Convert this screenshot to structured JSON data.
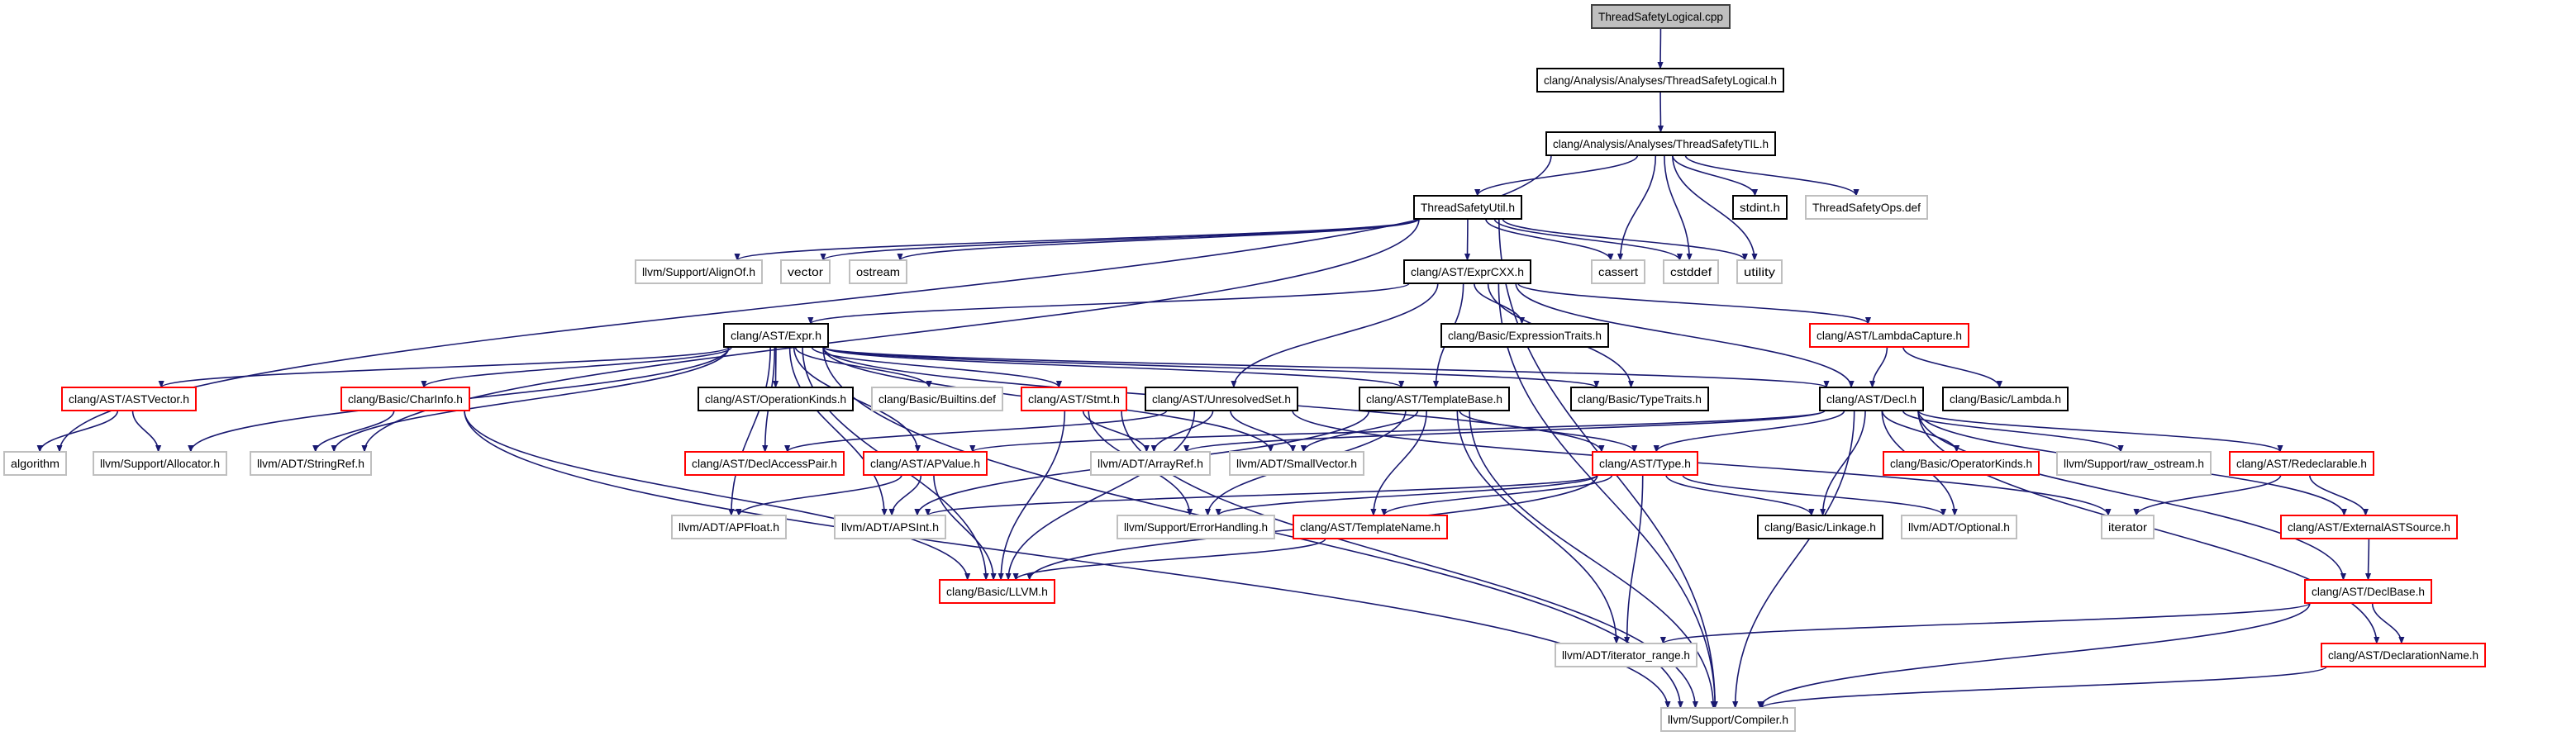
{
  "graph": {
    "edge_color": "#191970",
    "border_colors": {
      "root": "#404040",
      "linked": "#000000",
      "truncated": "#ff0000",
      "external": "#bfbfbf"
    },
    "root_fill": "#bfbfbf",
    "nodes": [
      {
        "id": "cpp",
        "label": "ThreadSafetyLogical.cpp",
        "kind": "root"
      },
      {
        "id": "logical_h",
        "label": "clang/Analysis/Analyses/ThreadSafetyLogical.h",
        "kind": "linked"
      },
      {
        "id": "til_h",
        "label": "clang/Analysis/Analyses/ThreadSafetyTIL.h",
        "kind": "linked"
      },
      {
        "id": "util_h",
        "label": "ThreadSafetyUtil.h",
        "kind": "linked"
      },
      {
        "id": "stdint_h",
        "label": "stdint.h",
        "kind": "linked"
      },
      {
        "id": "ops_def",
        "label": "ThreadSafetyOps.def",
        "kind": "external"
      },
      {
        "id": "alignof_h",
        "label": "llvm/Support/AlignOf.h",
        "kind": "external"
      },
      {
        "id": "vector",
        "label": "vector",
        "kind": "external"
      },
      {
        "id": "ostream",
        "label": "ostream",
        "kind": "external"
      },
      {
        "id": "exprcxx_h",
        "label": "clang/AST/ExprCXX.h",
        "kind": "linked"
      },
      {
        "id": "cassert",
        "label": "cassert",
        "kind": "external"
      },
      {
        "id": "cstddef",
        "label": "cstddef",
        "kind": "external"
      },
      {
        "id": "utility",
        "label": "utility",
        "kind": "external"
      },
      {
        "id": "expr_h",
        "label": "clang/AST/Expr.h",
        "kind": "linked"
      },
      {
        "id": "exprtraits_h",
        "label": "clang/Basic/ExpressionTraits.h",
        "kind": "linked"
      },
      {
        "id": "lambdacapture_h",
        "label": "clang/AST/LambdaCapture.h",
        "kind": "truncated"
      },
      {
        "id": "astvector_h",
        "label": "clang/AST/ASTVector.h",
        "kind": "truncated"
      },
      {
        "id": "charinfo_h",
        "label": "clang/Basic/CharInfo.h",
        "kind": "truncated"
      },
      {
        "id": "operationkinds_h",
        "label": "clang/AST/OperationKinds.h",
        "kind": "linked"
      },
      {
        "id": "builtins_def",
        "label": "clang/Basic/Builtins.def",
        "kind": "external"
      },
      {
        "id": "stmt_h",
        "label": "clang/AST/Stmt.h",
        "kind": "truncated"
      },
      {
        "id": "unresolvedset_h",
        "label": "clang/AST/UnresolvedSet.h",
        "kind": "linked"
      },
      {
        "id": "templatebase_h",
        "label": "clang/AST/TemplateBase.h",
        "kind": "linked"
      },
      {
        "id": "typetraits_h",
        "label": "clang/Basic/TypeTraits.h",
        "kind": "linked"
      },
      {
        "id": "decl_h",
        "label": "clang/AST/Decl.h",
        "kind": "linked"
      },
      {
        "id": "lambda_h",
        "label": "clang/Basic/Lambda.h",
        "kind": "linked"
      },
      {
        "id": "algorithm",
        "label": "algorithm",
        "kind": "external"
      },
      {
        "id": "allocator_h",
        "label": "llvm/Support/Allocator.h",
        "kind": "external"
      },
      {
        "id": "stringref_h",
        "label": "llvm/ADT/StringRef.h",
        "kind": "external"
      },
      {
        "id": "declaccesspair_h",
        "label": "clang/AST/DeclAccessPair.h",
        "kind": "truncated"
      },
      {
        "id": "apvalue_h",
        "label": "clang/AST/APValue.h",
        "kind": "truncated"
      },
      {
        "id": "arrayref_h",
        "label": "llvm/ADT/ArrayRef.h",
        "kind": "external"
      },
      {
        "id": "smallvector_h",
        "label": "llvm/ADT/SmallVector.h",
        "kind": "external"
      },
      {
        "id": "type_h",
        "label": "clang/AST/Type.h",
        "kind": "truncated"
      },
      {
        "id": "operatorkinds_h",
        "label": "clang/Basic/OperatorKinds.h",
        "kind": "truncated"
      },
      {
        "id": "raw_ostream_h",
        "label": "llvm/Support/raw_ostream.h",
        "kind": "external"
      },
      {
        "id": "redeclarable_h",
        "label": "clang/AST/Redeclarable.h",
        "kind": "truncated"
      },
      {
        "id": "apfloat_h",
        "label": "llvm/ADT/APFloat.h",
        "kind": "external"
      },
      {
        "id": "apsint_h",
        "label": "llvm/ADT/APSInt.h",
        "kind": "external"
      },
      {
        "id": "errorhandling_h",
        "label": "llvm/Support/ErrorHandling.h",
        "kind": "external"
      },
      {
        "id": "templatename_h",
        "label": "clang/AST/TemplateName.h",
        "kind": "truncated"
      },
      {
        "id": "linkage_h",
        "label": "clang/Basic/Linkage.h",
        "kind": "linked"
      },
      {
        "id": "optional_h",
        "label": "llvm/ADT/Optional.h",
        "kind": "external"
      },
      {
        "id": "iterator",
        "label": "iterator",
        "kind": "external"
      },
      {
        "id": "externalastsource_h",
        "label": "clang/AST/ExternalASTSource.h",
        "kind": "truncated"
      },
      {
        "id": "llvm_h",
        "label": "clang/Basic/LLVM.h",
        "kind": "truncated"
      },
      {
        "id": "declbase_h",
        "label": "clang/AST/DeclBase.h",
        "kind": "truncated"
      },
      {
        "id": "iterator_range_h",
        "label": "llvm/ADT/iterator_range.h",
        "kind": "external"
      },
      {
        "id": "declarationname_h",
        "label": "clang/AST/DeclarationName.h",
        "kind": "truncated"
      },
      {
        "id": "compiler_h",
        "label": "llvm/Support/Compiler.h",
        "kind": "external"
      }
    ],
    "edges": [
      [
        "cpp",
        "logical_h"
      ],
      [
        "logical_h",
        "til_h"
      ],
      [
        "til_h",
        "util_h"
      ],
      [
        "til_h",
        "cassert"
      ],
      [
        "til_h",
        "cstddef"
      ],
      [
        "til_h",
        "utility"
      ],
      [
        "til_h",
        "stdint_h"
      ],
      [
        "til_h",
        "ops_def"
      ],
      [
        "til_h",
        "algorithm"
      ],
      [
        "util_h",
        "alignof_h"
      ],
      [
        "util_h",
        "vector"
      ],
      [
        "util_h",
        "ostream"
      ],
      [
        "util_h",
        "cassert"
      ],
      [
        "util_h",
        "cstddef"
      ],
      [
        "util_h",
        "utility"
      ],
      [
        "util_h",
        "exprcxx_h"
      ],
      [
        "util_h",
        "stringref_h"
      ],
      [
        "util_h",
        "compiler_h"
      ],
      [
        "exprcxx_h",
        "expr_h"
      ],
      [
        "exprcxx_h",
        "exprtraits_h"
      ],
      [
        "exprcxx_h",
        "lambdacapture_h"
      ],
      [
        "exprcxx_h",
        "unresolvedset_h"
      ],
      [
        "exprcxx_h",
        "templatebase_h"
      ],
      [
        "exprcxx_h",
        "typetraits_h"
      ],
      [
        "exprcxx_h",
        "decl_h"
      ],
      [
        "exprcxx_h",
        "compiler_h"
      ],
      [
        "expr_h",
        "astvector_h"
      ],
      [
        "expr_h",
        "charinfo_h"
      ],
      [
        "expr_h",
        "operationkinds_h"
      ],
      [
        "expr_h",
        "builtins_def"
      ],
      [
        "expr_h",
        "stmt_h"
      ],
      [
        "expr_h",
        "templatebase_h"
      ],
      [
        "expr_h",
        "typetraits_h"
      ],
      [
        "expr_h",
        "decl_h"
      ],
      [
        "expr_h",
        "allocator_h"
      ],
      [
        "expr_h",
        "stringref_h"
      ],
      [
        "expr_h",
        "declaccesspair_h"
      ],
      [
        "expr_h",
        "apvalue_h"
      ],
      [
        "expr_h",
        "apfloat_h"
      ],
      [
        "expr_h",
        "apsint_h"
      ],
      [
        "expr_h",
        "llvm_h"
      ],
      [
        "expr_h",
        "compiler_h"
      ],
      [
        "expr_h",
        "smallvector_h"
      ],
      [
        "expr_h",
        "type_h"
      ],
      [
        "lambdacapture_h",
        "decl_h"
      ],
      [
        "lambdacapture_h",
        "lambda_h"
      ],
      [
        "astvector_h",
        "algorithm"
      ],
      [
        "astvector_h",
        "allocator_h"
      ],
      [
        "charinfo_h",
        "stringref_h"
      ],
      [
        "charinfo_h",
        "llvm_h"
      ],
      [
        "charinfo_h",
        "compiler_h"
      ],
      [
        "stmt_h",
        "arrayref_h"
      ],
      [
        "stmt_h",
        "errorhandling_h"
      ],
      [
        "stmt_h",
        "llvm_h"
      ],
      [
        "stmt_h",
        "compiler_h"
      ],
      [
        "unresolvedset_h",
        "declaccesspair_h"
      ],
      [
        "unresolvedset_h",
        "arrayref_h"
      ],
      [
        "unresolvedset_h",
        "smallvector_h"
      ],
      [
        "unresolvedset_h",
        "iterator"
      ],
      [
        "unresolvedset_h",
        "llvm_h"
      ],
      [
        "templatebase_h",
        "type_h"
      ],
      [
        "templatebase_h",
        "smallvector_h"
      ],
      [
        "templatebase_h",
        "errorhandling_h"
      ],
      [
        "templatebase_h",
        "templatename_h"
      ],
      [
        "templatebase_h",
        "apsint_h"
      ],
      [
        "templatebase_h",
        "iterator_range_h"
      ],
      [
        "templatebase_h",
        "compiler_h"
      ],
      [
        "decl_h",
        "apvalue_h"
      ],
      [
        "decl_h",
        "arrayref_h"
      ],
      [
        "decl_h",
        "type_h"
      ],
      [
        "decl_h",
        "operatorkinds_h"
      ],
      [
        "decl_h",
        "raw_ostream_h"
      ],
      [
        "decl_h",
        "redeclarable_h"
      ],
      [
        "decl_h",
        "linkage_h"
      ],
      [
        "decl_h",
        "optional_h"
      ],
      [
        "decl_h",
        "externalastsource_h"
      ],
      [
        "decl_h",
        "declbase_h"
      ],
      [
        "decl_h",
        "declarationname_h"
      ],
      [
        "decl_h",
        "compiler_h"
      ],
      [
        "apvalue_h",
        "apfloat_h"
      ],
      [
        "apvalue_h",
        "apsint_h"
      ],
      [
        "apvalue_h",
        "llvm_h"
      ],
      [
        "type_h",
        "templatename_h"
      ],
      [
        "type_h",
        "errorhandling_h"
      ],
      [
        "type_h",
        "apsint_h"
      ],
      [
        "type_h",
        "linkage_h"
      ],
      [
        "type_h",
        "optional_h"
      ],
      [
        "type_h",
        "llvm_h"
      ],
      [
        "type_h",
        "iterator_range_h"
      ],
      [
        "redeclarable_h",
        "iterator"
      ],
      [
        "redeclarable_h",
        "externalastsource_h"
      ],
      [
        "templatename_h",
        "llvm_h"
      ],
      [
        "externalastsource_h",
        "declbase_h"
      ],
      [
        "declbase_h",
        "declarationname_h"
      ],
      [
        "declbase_h",
        "iterator_range_h"
      ],
      [
        "declbase_h",
        "compiler_h"
      ],
      [
        "declarationname_h",
        "compiler_h"
      ]
    ]
  }
}
